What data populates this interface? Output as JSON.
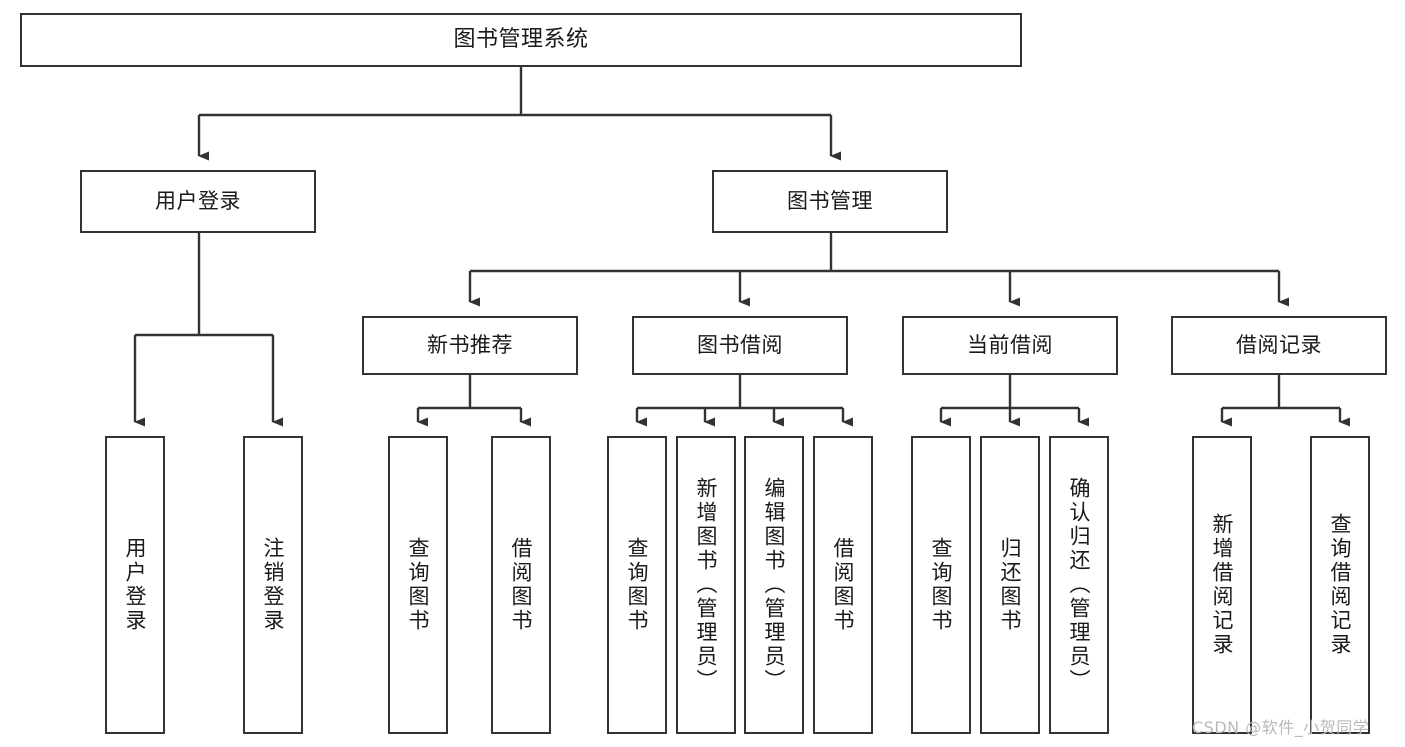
{
  "diagram": {
    "title": "图书管理系统",
    "type": "tree-hierarchy-chart",
    "watermark": "CSDN @软件_小贺同学",
    "colors": {
      "box_border": "#333333",
      "box_fill": "#ffffff",
      "line": "#333333",
      "text": "#1a1a1a",
      "watermark": "#b9b9b9",
      "background": "#ffffff"
    },
    "nodes": {
      "root": {
        "label": "图书管理系统"
      },
      "level2": [
        {
          "label": "用户登录"
        },
        {
          "label": "图书管理"
        }
      ],
      "level3": [
        {
          "label": "新书推荐"
        },
        {
          "label": "图书借阅"
        },
        {
          "label": "当前借阅"
        },
        {
          "label": "借阅记录"
        }
      ],
      "leaves": {
        "user_login": [
          {
            "label": "用户登录"
          },
          {
            "label": "注销登录"
          }
        ],
        "new_book_recommend": [
          {
            "label": "查询图书"
          },
          {
            "label": "借阅图书"
          }
        ],
        "book_borrow": [
          {
            "label": "查询图书"
          },
          {
            "label": "新增图书（管理员）"
          },
          {
            "label": "编辑图书（管理员）"
          },
          {
            "label": "借阅图书"
          }
        ],
        "current_borrow": [
          {
            "label": "查询图书"
          },
          {
            "label": "归还图书"
          },
          {
            "label": "确认归还（管理员）"
          }
        ],
        "borrow_record": [
          {
            "label": "新增借阅记录"
          },
          {
            "label": "查询借阅记录"
          }
        ]
      }
    }
  }
}
